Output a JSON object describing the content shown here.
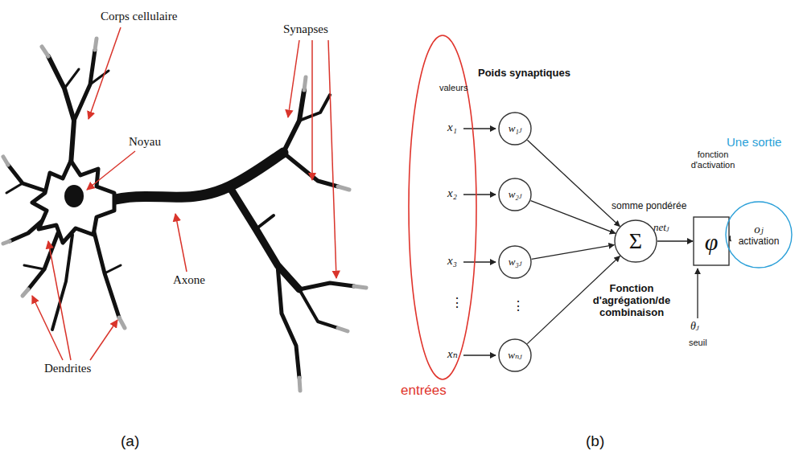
{
  "diagram": {
    "nodes": [
      {
        "text": [
          "w₁ⱼ"
        ]
      },
      {
        "text": [
          "w₂ⱼ"
        ]
      },
      {
        "text": [
          "w₃ⱼ"
        ]
      },
      {
        "text": [
          "wₙⱼ"
        ]
      },
      {
        "text": [
          "Σ"
        ]
      },
      {
        "text": [
          "φ"
        ]
      },
      {
        "text": [
          "oⱼ",
          "activation"
        ]
      }
    ],
    "edges": [
      {
        "from": 0,
        "to": 4,
        "arrow": "to"
      },
      {
        "from": 1,
        "to": 4,
        "arrow": "to"
      },
      {
        "from": 2,
        "to": 4,
        "arrow": "to"
      },
      {
        "from": 3,
        "to": 4,
        "arrow": "to"
      },
      {
        "from": 4,
        "to": 5,
        "arrow": "to"
      },
      {
        "from": 5,
        "to": 6,
        "arrow": "to"
      }
    ],
    "labels": [
      "Corps cellulaire",
      "Noyau",
      "Synapses",
      "Axone",
      "Dendrites",
      "(a)",
      "Poids synaptiques",
      "valeurs",
      "x₁",
      "x₂",
      "x₃",
      "⋮",
      "xₙ",
      "⋮",
      "somme pondérée",
      "netⱼ",
      "fonction d'activation",
      "Une sortie",
      "Fonction d'agrégation/de combinaison",
      "θⱼ",
      "seuil",
      "entrées",
      "(b)"
    ]
  }
}
